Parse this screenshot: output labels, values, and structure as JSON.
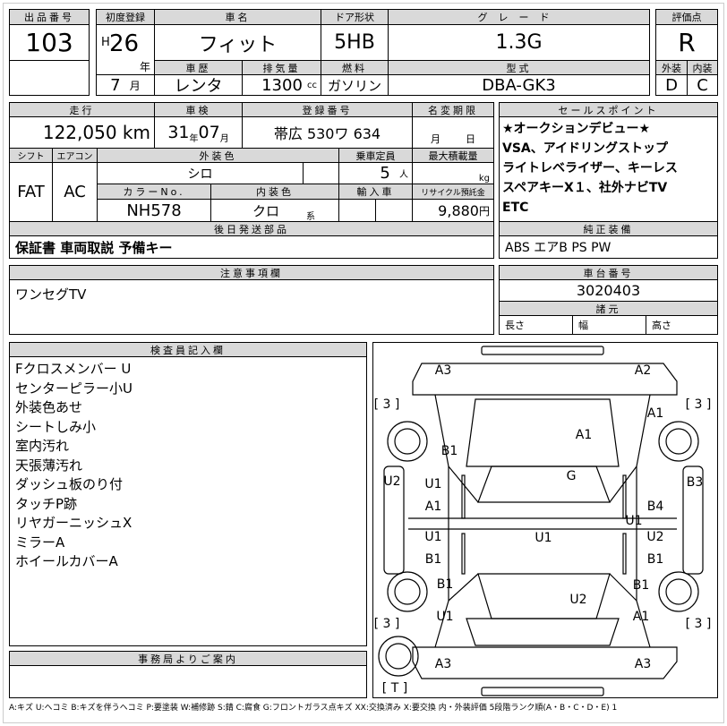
{
  "header": {
    "lot_label": "出品番号",
    "lot": "103",
    "first_reg_label": "初度登録",
    "era": "H",
    "year": "26",
    "year_unit": "年",
    "month": "7",
    "month_unit": "月",
    "name_label": "車名",
    "name": "フィット",
    "door_label": "ドア形状",
    "door": "5HB",
    "grade_label": "グレード",
    "grade": "1.3G",
    "history_label": "車歴",
    "history": "レンタ",
    "displacement_label": "排気量",
    "displacement": "1300",
    "cc": "cc",
    "fuel_label": "燃料",
    "fuel": "ガソリン",
    "model_label": "型式",
    "model": "DBA-GK3",
    "score_label": "評価点",
    "score": "R",
    "ext_label": "外装",
    "int_label": "内装",
    "ext": "D",
    "int": "C"
  },
  "details": {
    "mileage_label": "走行",
    "mileage": "122,050 km",
    "inspection_label": "車検",
    "insp_year": "31",
    "insp_year_unit": "年",
    "insp_month": "07",
    "insp_month_unit": "月",
    "plate_label": "登録番号",
    "plate": "帯広 530ワ 634",
    "transfer_label": "名変期限",
    "transfer_month": "月",
    "transfer_day": "日",
    "shift_label": "シフト",
    "shift": "FAT",
    "ac_label": "エアコン",
    "ac": "AC",
    "color_label": "外装色",
    "color": "シロ",
    "capacity_label": "乗車定員",
    "capacity": "5",
    "capacity_unit": "人",
    "load_label": "最大積載量",
    "load_unit": "kg",
    "color_no_label": "カラーNo.",
    "color_no": "NH578",
    "interior_label": "内装色",
    "interior": "クロ",
    "interior_unit": "系",
    "import_label": "輸入車",
    "recycle_label": "リサイクル預託金",
    "recycle": "9,880",
    "recycle_unit": "円",
    "parts_label": "後日発送部品",
    "parts": "保証書 車両取説 予備キー"
  },
  "sales": {
    "label": "セールスポイント",
    "lines": [
      "★オークションデビュー★",
      "VSA、アイドリングストップ",
      "ライトレベライザー、キーレス",
      "スペアキーX１、社外ナビTV",
      "ETC"
    ],
    "equip_label": "純正装備",
    "equip": "ABS エアB PS PW"
  },
  "notes": {
    "label": "注意事項欄",
    "text": "ワンセグTV",
    "chassis_label": "車台番号",
    "chassis": "3020403",
    "spec_label": "諸元",
    "length": "長さ",
    "width": "幅",
    "height": "高さ"
  },
  "inspector": {
    "label": "検査員記入欄",
    "lines": [
      "Fクロスメンバー U",
      "センターピラー小U",
      "外装色あせ",
      "シートしみ小",
      "室内汚れ",
      "天張薄汚れ",
      "ダッシュ板のり付",
      "タッチP跡",
      "リヤガーニッシュX",
      "ミラーA",
      "ホイールカバーA"
    ]
  },
  "office": {
    "label": "事務局よりご案内"
  },
  "diagram": {
    "marks": [
      "A3",
      "A2",
      "[ 3 ]",
      "[ 3 ]",
      "A1",
      "A1",
      "B1",
      "G",
      "U2",
      "U1",
      "B3",
      "A1",
      "B4",
      "U1",
      "U1",
      "U1",
      "U2",
      "B1",
      "B1",
      "B1",
      "B1",
      "U2",
      "[ 3 ]",
      "U1",
      "A1",
      "[ 3 ]",
      "A3",
      "A3",
      "[ T ]"
    ]
  },
  "legend": "A:キズ U:ヘコミ B:キズを伴うヘコミ P:要塗装 W:補修跡 S:錆 C:腐食 G:フロントガラス点キズ XX:交換済み X:要交換 内・外装評価 5段階ランク順(A・B・C・D・E) 1"
}
